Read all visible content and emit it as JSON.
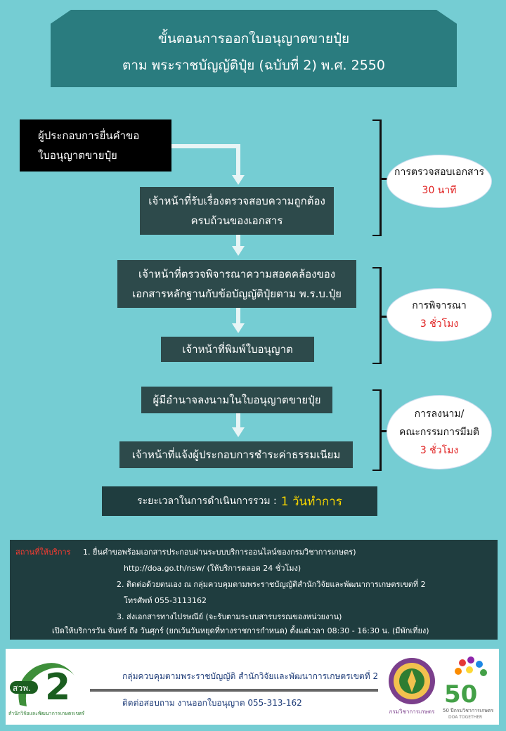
{
  "title": {
    "line1": "ขั้นตอนการออกใบอนุญาตขายปุ๋ย",
    "line2": "ตาม พระราชบัญญัติปุ๋ย (ฉบับที่ 2) พ.ศ. 2550"
  },
  "steps": {
    "applicant_line1": "ผู้ประกอบการยื่นคำขอ",
    "applicant_line2": "ใบอนุญาตขายปุ๋ย",
    "receive_line1": "เจ้าหน้าที่รับเรื่องตรวจสอบความถูกต้อง",
    "receive_line2": "ครบถ้วนของเอกสาร",
    "review_line1": "เจ้าหน้าที่ตรวจพิจารณาความสอดคล้องของ",
    "review_line2": "เอกสารหลักฐานกับข้อบัญญัติปุ๋ยตาม พ.ร.บ.ปุ๋ย",
    "print": "เจ้าหน้าที่พิมพ์ใบอนุญาต",
    "sign": "ผู้มีอำนาจลงนามในใบอนุญาตขายปุ๋ย",
    "notify": "เจ้าหน้าที่แจ้งผู้ประกอบการชำระค่าธรรมเนียม"
  },
  "durations": {
    "check_label": "การตรวจสอบเอกสาร",
    "check_time": "30 นาที",
    "consider_label": "การพิจารณา",
    "consider_time": "3 ชั่วโมง",
    "sign_label1": "การลงนาม/",
    "sign_label2": "คณะกรรมการมีมติ",
    "sign_time": "3 ชั่วโมง"
  },
  "total": {
    "label": "ระยะเวลาในการดำเนินการรวม  :",
    "value": "1 วันทำการ"
  },
  "service": {
    "label": "สถานที่ให้บริการ",
    "item1": "1. ยื่นคำขอพร้อมเอกสารประกอบผ่านระบบบริการออนไลน์ของกรมวิชาการเกษตร)",
    "item1_url": "http://doa.go.th/nsw/  (ให้บริการตลอด 24 ชั่วโมง)",
    "item2": "2. ติดต่อด้วยตนเอง ณ กลุ่มควบคุมตามพระราชบัญญัติสำนักวิจัยและพัฒนาการเกษตรเขตที่ 2",
    "item2_phone": "โทรศัพท์ 055-3113162",
    "item3": "3. ส่งเอกสารทางไปรษณีย์ (จะรับตามระบบสารบรรณของหน่วยงาน)",
    "hours": "เปิดให้บริการวัน จันทร์ ถึง วันศุกร์ (ยกเว้นวันหยุดที่ทางราชการกำหนด) ตั้งแต่เวลา 08:30 - 16:30 น. (มีพักเที่ยง)"
  },
  "footer": {
    "org": "กลุ่มควบคุมตามพระราชบัญญัติ สำนักวิจัยและพัฒนาการเกษตรเขตที่ 2",
    "contact": "ติดต่อสอบถาม งานออกใบอนุญาต   055-313-162",
    "logo_left_text": "สวพ.",
    "logo_left_number": "2",
    "logo_left_caption": "สำนักวิจัยและพัฒนาการเกษตรเขตที่ 2",
    "logo_mid_caption": "กรมวิชาการเกษตร",
    "logo_right_number": "50",
    "logo_right_caption1": "50 ปีกรมวิชาการเกษตร",
    "logo_right_caption2": "DOA  TOGETHER"
  }
}
